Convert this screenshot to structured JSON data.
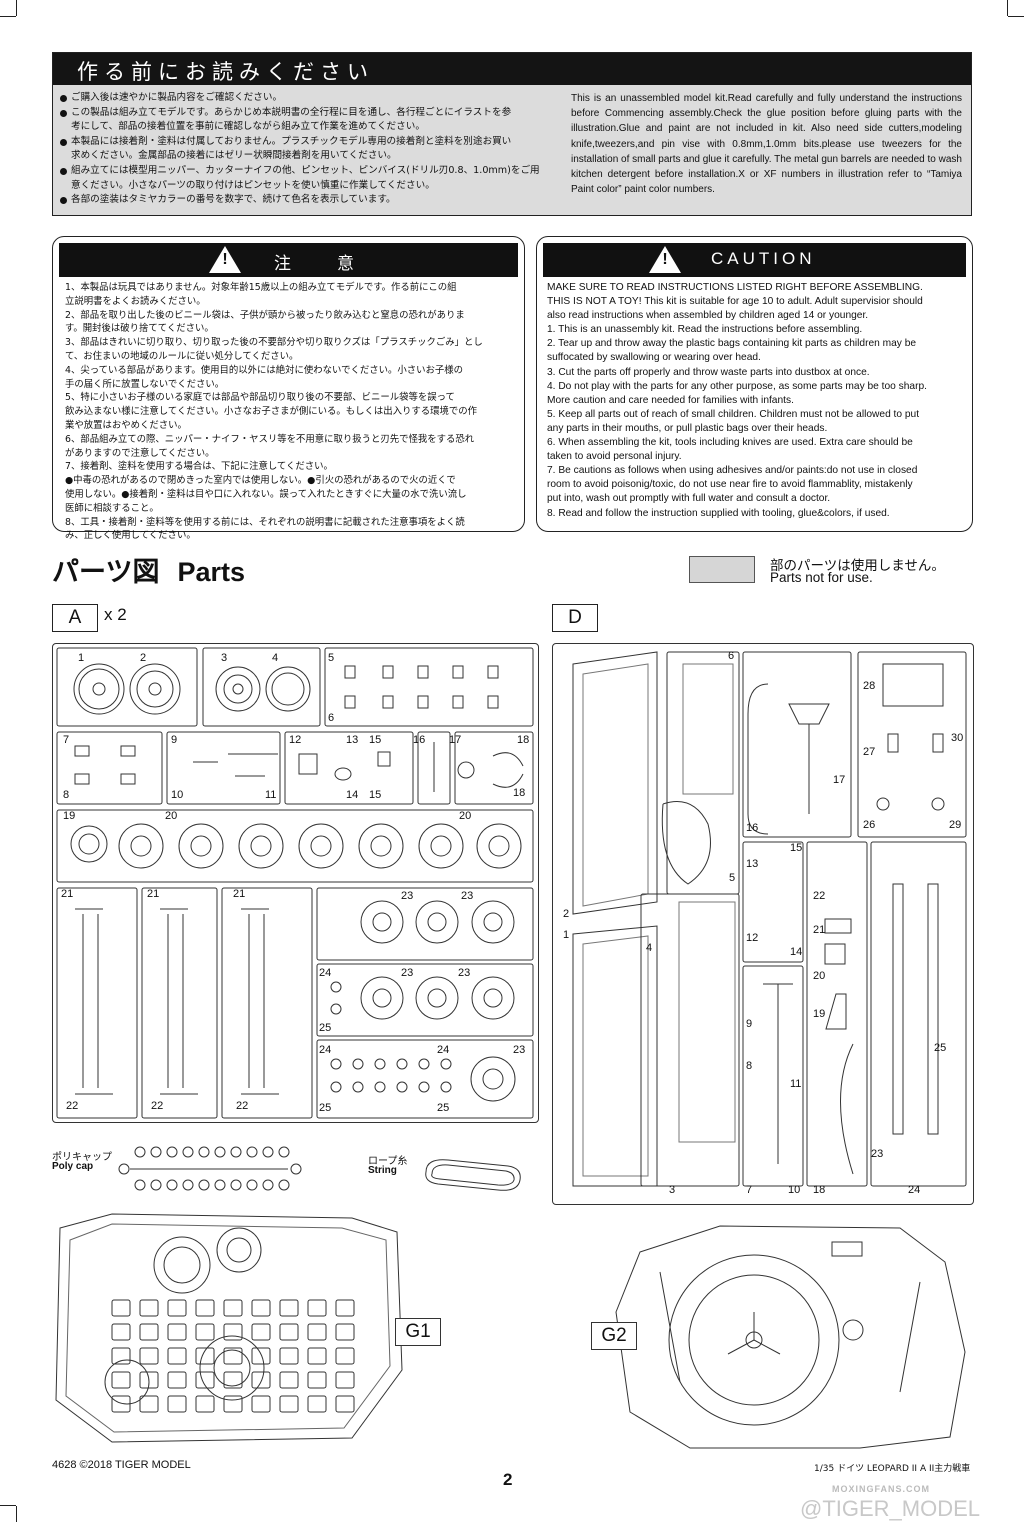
{
  "intro": {
    "title": "作る前にお読みください",
    "jp_items": [
      "ご購入後は速やかに製品内容をご確認ください。",
      "この製品は組み立てモデルです。あらかじめ本説明書の全行程に目を通し、各行程ごとにイラストを参",
      "考にして、部品の接着位置を事前に確認しながら組み立て作業を進めてください。",
      "本製品には接着剤・塗料は付属しておりません。プラスチックモデル専用の接着剤と塗料を別途お買い",
      "求めください。金属部品の接着にはゼリー状瞬間接着剤を用いてください。",
      "組み立てには模型用ニッパー、カッターナイフの他、ピンセット、ピンバイス(ドリル刃0.8、1.0mm)をご用",
      "意ください。小さなパーツの取り付けはピンセットを使い慎重に作業してください。",
      "各部の塗装はタミヤカラーの番号を数字で、続けて色名を表示しています。"
    ],
    "en_text": "This is an unassembled model kit.Read carefully and fully understand the instructions before Commencing assembly.Check the glue position before gluing parts with the illustration.Glue and paint are not included in kit. Also need side cutters,modeling knife,tweezers,and pin vise with 0.8mm,1.0mm bits.please use tweezers for the installation of small parts and glue it carefully. The metal gun barrels are needed to wash kitchen detergent before installation.X or XF numbers in illustration refer to “Tamiya Paint color” paint color numbers."
  },
  "caution_jp": {
    "title": "注　　意",
    "text": "1、本製品は玩具ではありません。対象年齢15歳以上の組み立てモデルです。作る前にこの組\n立説明書をよくお読みください。\n2、部品を取り出した後のビニール袋は、子供が頭から被ったり飲み込むと窒息の恐れがありま\nす。開封後は破り捨ててください。\n3、部品はきれいに切り取り、切り取った後の不要部分や切り取りクズは「プラスチックごみ」とし\nて、お住まいの地域のルールに従い処分してください。\n4、尖っている部品があります。使用目的以外には絶対に使わないでください。小さいお子様の\n手の届く所に放置しないでください。\n5、特に小さいお子様のいる家庭では部品や部品切り取り後の不要部、ビニール袋等を誤って\n飲み込まない様に注意してください。小さなお子さまが側にいる。もしくは出入りする環境での作\n業や放置はおやめください。\n6、部品組み立ての際、ニッパー・ナイフ・ヤスリ等を不用意に取り扱うと刃先で怪我をする恐れ\nがありますので注意してください。\n7、接着剤、塗料を使用する場合は、下記に注意してください。\n●中毒の恐れがあるので閉めきった室内では使用しない。●引火の恐れがあるので火の近くで\n使用しない。●接着剤・塗料は目や口に入れない。誤って入れたときすぐに大量の水で洗い流し\n医師に相談すること。\n8、工具・接着剤・塗料等を使用する前には、それぞれの説明書に記載された注意事項をよく読\nみ、正しく使用してください。"
  },
  "caution_en": {
    "title": "CAUTION",
    "text": "MAKE SURE TO READ INSTRUCTIONS LISTED RIGHT BEFORE ASSEMBLING.\nTHIS IS NOT A TOY! This kit is suitable for age 10 to adult. Adult supervisior should\nalso read instructions when assembled by children aged 14 or younger.\n1. This is an unassembly kit. Read the instructions before assembling.\n2. Tear up and throw away the plastic bags containing kit parts as children may be\nsuffocated by swallowing or wearing over head.\n3. Cut the parts off properly and throw waste parts into dustbox at once.\n4. Do not play with the parts for any other purpose, as some parts may be too sharp.\nMore caution and care needed for families with infants.\n5. Keep all parts out of reach of small children. Children must not be allowed to put\nany parts in their mouths, or pull plastic bags over their heads.\n6. When assembling the kit, tools including knives are used. Extra care should be\ntaken to avoid personal injury.\n7. Be cautions as follows when using adhesives and/or paints:do not use in closed\nroom to avoid poisonig/toxic, do not use near fire to avoid flammablity, mistakenly\nput into, wash out promptly with full water and consult a doctor.\n8. Read and follow the instruction supplied with tooling, glue&colors, if used."
  },
  "parts": {
    "title_jp": "パーツ図",
    "title_en": "Parts",
    "not_used_jp": "部のパーツは使用しません。",
    "not_used_en": "Parts not for use.",
    "sprue_a_label": "A",
    "sprue_a_count": "x 2",
    "sprue_d_label": "D",
    "poly_cap_jp": "ポリキャップ",
    "poly_cap_en": "Poly cap",
    "string_jp": "ロープ糸",
    "string_en": "String",
    "g1_label": "G1",
    "g2_label": "G2",
    "sprue_a_numbers": [
      "1",
      "2",
      "3",
      "4",
      "5",
      "6",
      "7",
      "8",
      "9",
      "10",
      "11",
      "12",
      "13",
      "14",
      "15",
      "15",
      "16",
      "17",
      "18",
      "18",
      "19",
      "20",
      "20",
      "21",
      "21",
      "21",
      "22",
      "22",
      "22",
      "23",
      "23",
      "23",
      "23",
      "23",
      "24",
      "24",
      "25",
      "25",
      "25"
    ],
    "sprue_d_numbers": [
      "1",
      "2",
      "3",
      "4",
      "5",
      "6",
      "7",
      "8",
      "9",
      "10",
      "11",
      "12",
      "13",
      "14",
      "15",
      "16",
      "17",
      "18",
      "19",
      "20",
      "21",
      "22",
      "23",
      "24",
      "25",
      "26",
      "27",
      "28",
      "29",
      "30"
    ]
  },
  "footer": {
    "left": "4628  ©2018  TIGER MODEL",
    "right": "1/35  ドイツ LEOPARD II A II主力戦車",
    "page": "2",
    "watermark": "MOXINGFANS.COM",
    "weibo": "@TIGER_MODEL"
  }
}
